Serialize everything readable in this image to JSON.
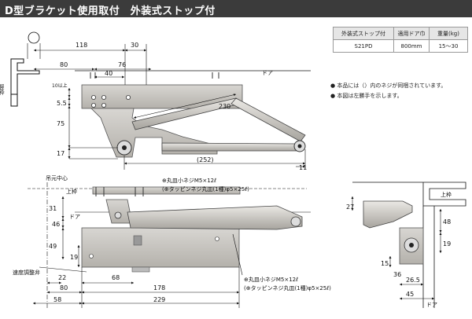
{
  "title": "D型ブラケット使用取付　外装式ストップ付",
  "spec_table": {
    "headers": [
      "外装式ストップ付",
      "適用ドア巾",
      "重量(kg)"
    ],
    "row": [
      "S21PD",
      "800mm",
      "15～30"
    ]
  },
  "notes": [
    "本品には（）内のネジが同梱されています。",
    "本図は左勝手を示します。"
  ],
  "labels": {
    "jamb": "枠",
    "frame": "竪枠",
    "door": "ドア",
    "hinge_center": "吊元中心",
    "top_frame": "上枠",
    "speed_valve": "速度調整弁",
    "screw_top_1": "⊕丸皿小ネジM5×12ℓ",
    "screw_top_2": "(⊕タッピンネジ丸皿(1種)φ5×25ℓ)",
    "screw_bot_1": "⊕丸皿小ネジM5×12ℓ",
    "screw_bot_2": "(⊕タッピンネジ丸皿(1種)φ5×25ℓ)"
  },
  "dims_top": {
    "d118": "118",
    "d30": "30",
    "d80": "80",
    "d76": "76",
    "d40": "40",
    "d10": "10以上",
    "d5_5": "5.5",
    "d75": "75",
    "d17": "17",
    "d230": "230",
    "d252": "(252)",
    "d11": "11"
  },
  "dims_bottom": {
    "d31": "31",
    "d46": "46",
    "d49": "49",
    "d19": "19",
    "d22": "22",
    "d68": "68",
    "d80": "80",
    "d178": "178",
    "d58": "58",
    "d229": "229"
  },
  "dims_side": {
    "d27": "27",
    "d48": "48",
    "d19": "19",
    "d15": "15",
    "d36": "36",
    "d26_5": "26.5",
    "d45": "45"
  }
}
